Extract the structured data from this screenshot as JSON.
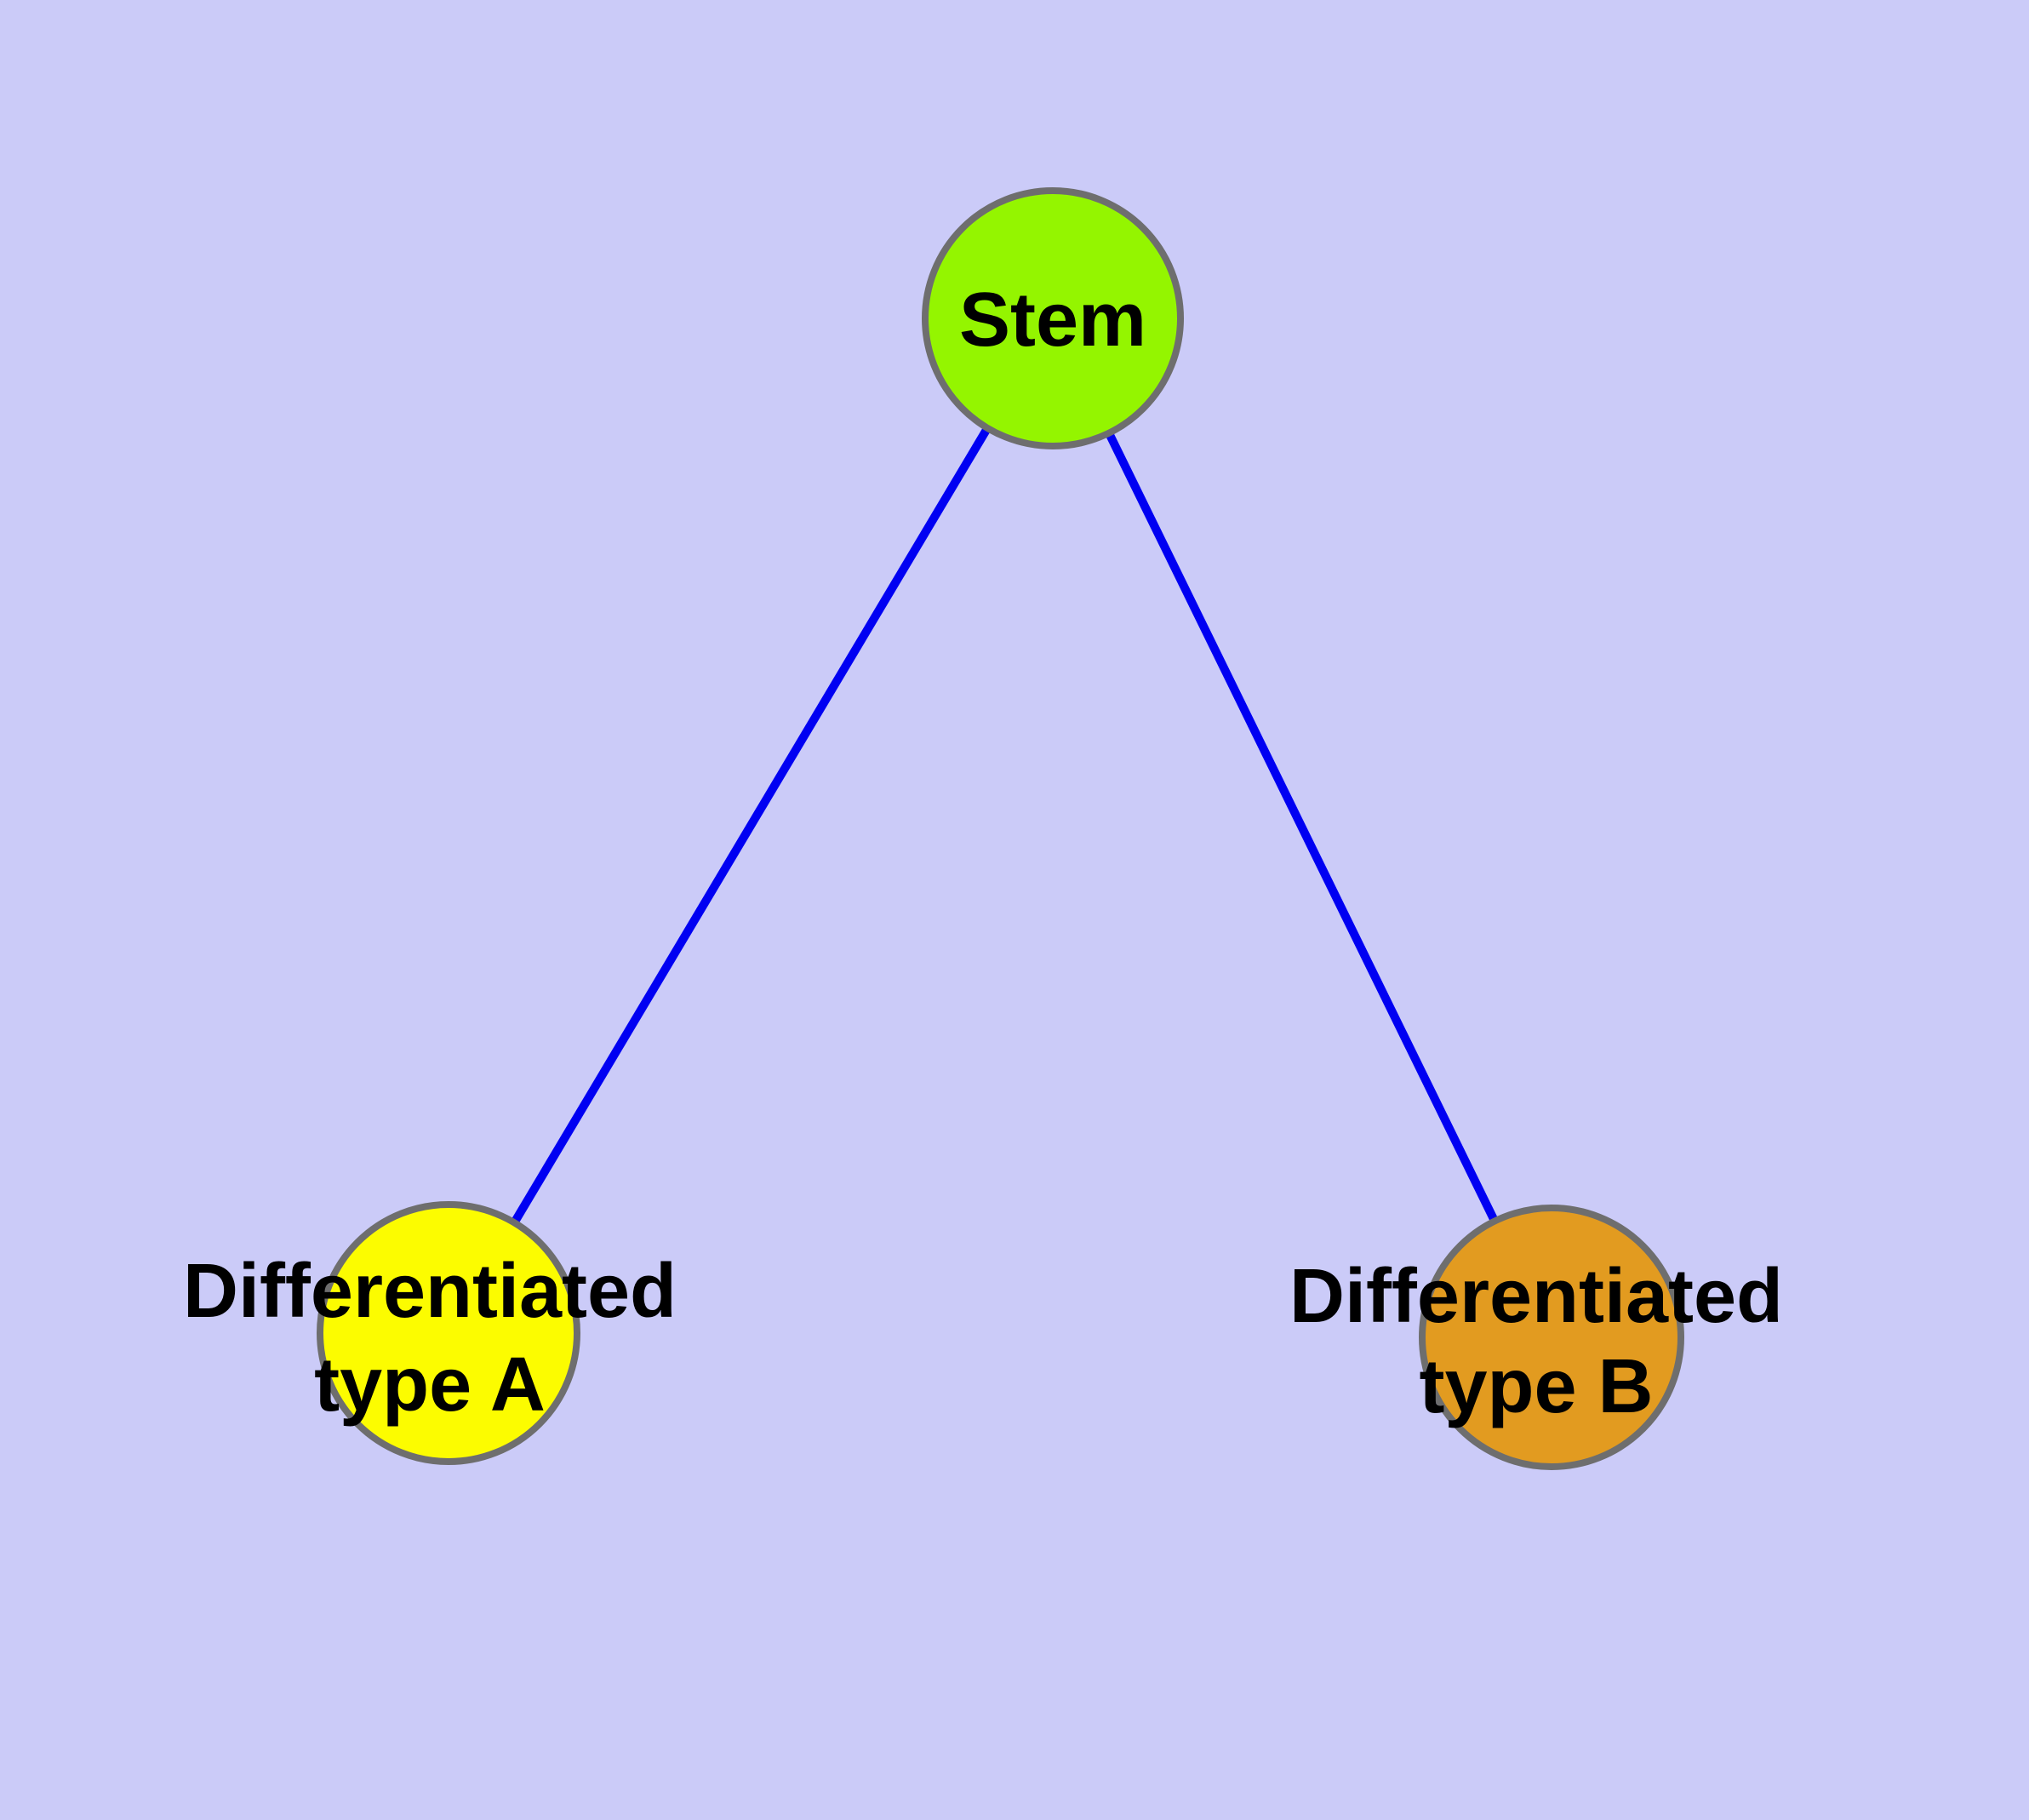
{
  "diagram": {
    "type": "graph",
    "background_color": "#cbcbf8",
    "edge_color": "#0000f2",
    "node_border_color": "#6e6e6e",
    "label_color": "#000000",
    "nodes": [
      {
        "id": "stem",
        "label": "Stem",
        "label_lines": [
          "Stem"
        ],
        "color": "#94f500"
      },
      {
        "id": "differentiated-type-a",
        "label": "Differentiated type A",
        "label_lines": [
          "Differentiated",
          "type A"
        ],
        "color": "#fcfc00"
      },
      {
        "id": "differentiated-type-b",
        "label": "Differentiated type B",
        "label_lines": [
          "Differentiated",
          "type B"
        ],
        "color": "#e29b20"
      }
    ],
    "edges": [
      {
        "from": "Stem",
        "to": "Differentiated type A"
      },
      {
        "from": "Stem",
        "to": "Differentiated type B"
      }
    ]
  }
}
